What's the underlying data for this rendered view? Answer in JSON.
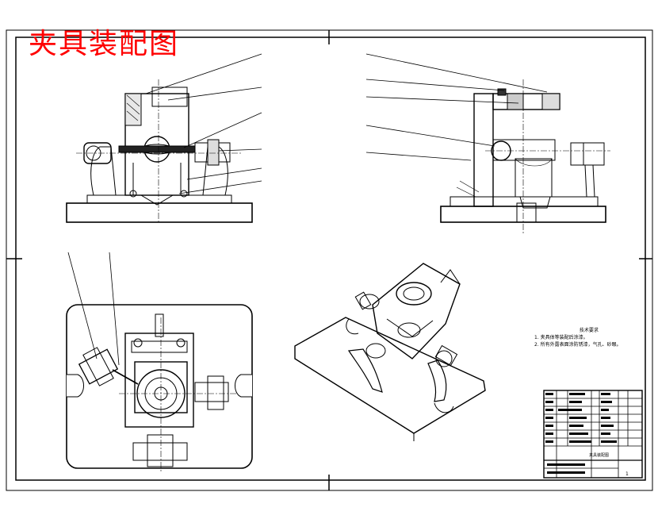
{
  "drawing": {
    "title": "夹具装配图",
    "title_color": "#ff0000",
    "line_color": "#000000",
    "background": "#ffffff"
  },
  "technical_notes": {
    "heading": "技术要求",
    "items": [
      "1. 夹具体等装配后涂漆。",
      "2. 所有外露表面涂防锈漆，气孔、砂眼。"
    ]
  },
  "title_block": {
    "drawing_name": "夹具装配图",
    "sheet_number": "1"
  }
}
